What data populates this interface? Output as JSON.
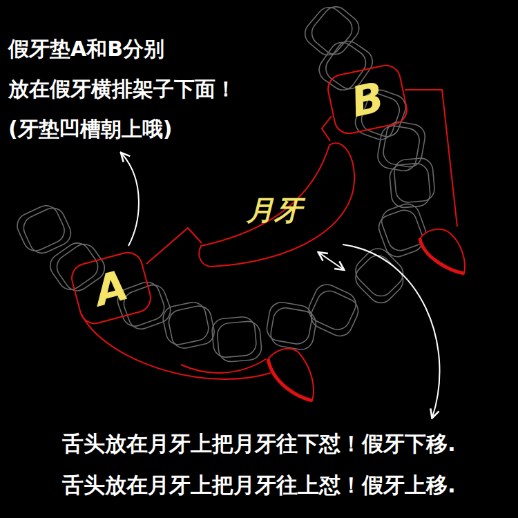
{
  "diagram": {
    "nodes": [
      {
        "text": [
          "B"
        ]
      },
      {
        "text": [
          "月牙"
        ]
      },
      {
        "text": [
          "A"
        ]
      }
    ],
    "labels": [
      "假牙垫A和B分别 放在假牙横排架子下面！ (牙垫凹槽朝上哦)",
      "舌头放在月牙上把月牙往下怼！假牙下移. 舌头放在月牙上把月牙往上怼！假牙上移."
    ]
  }
}
